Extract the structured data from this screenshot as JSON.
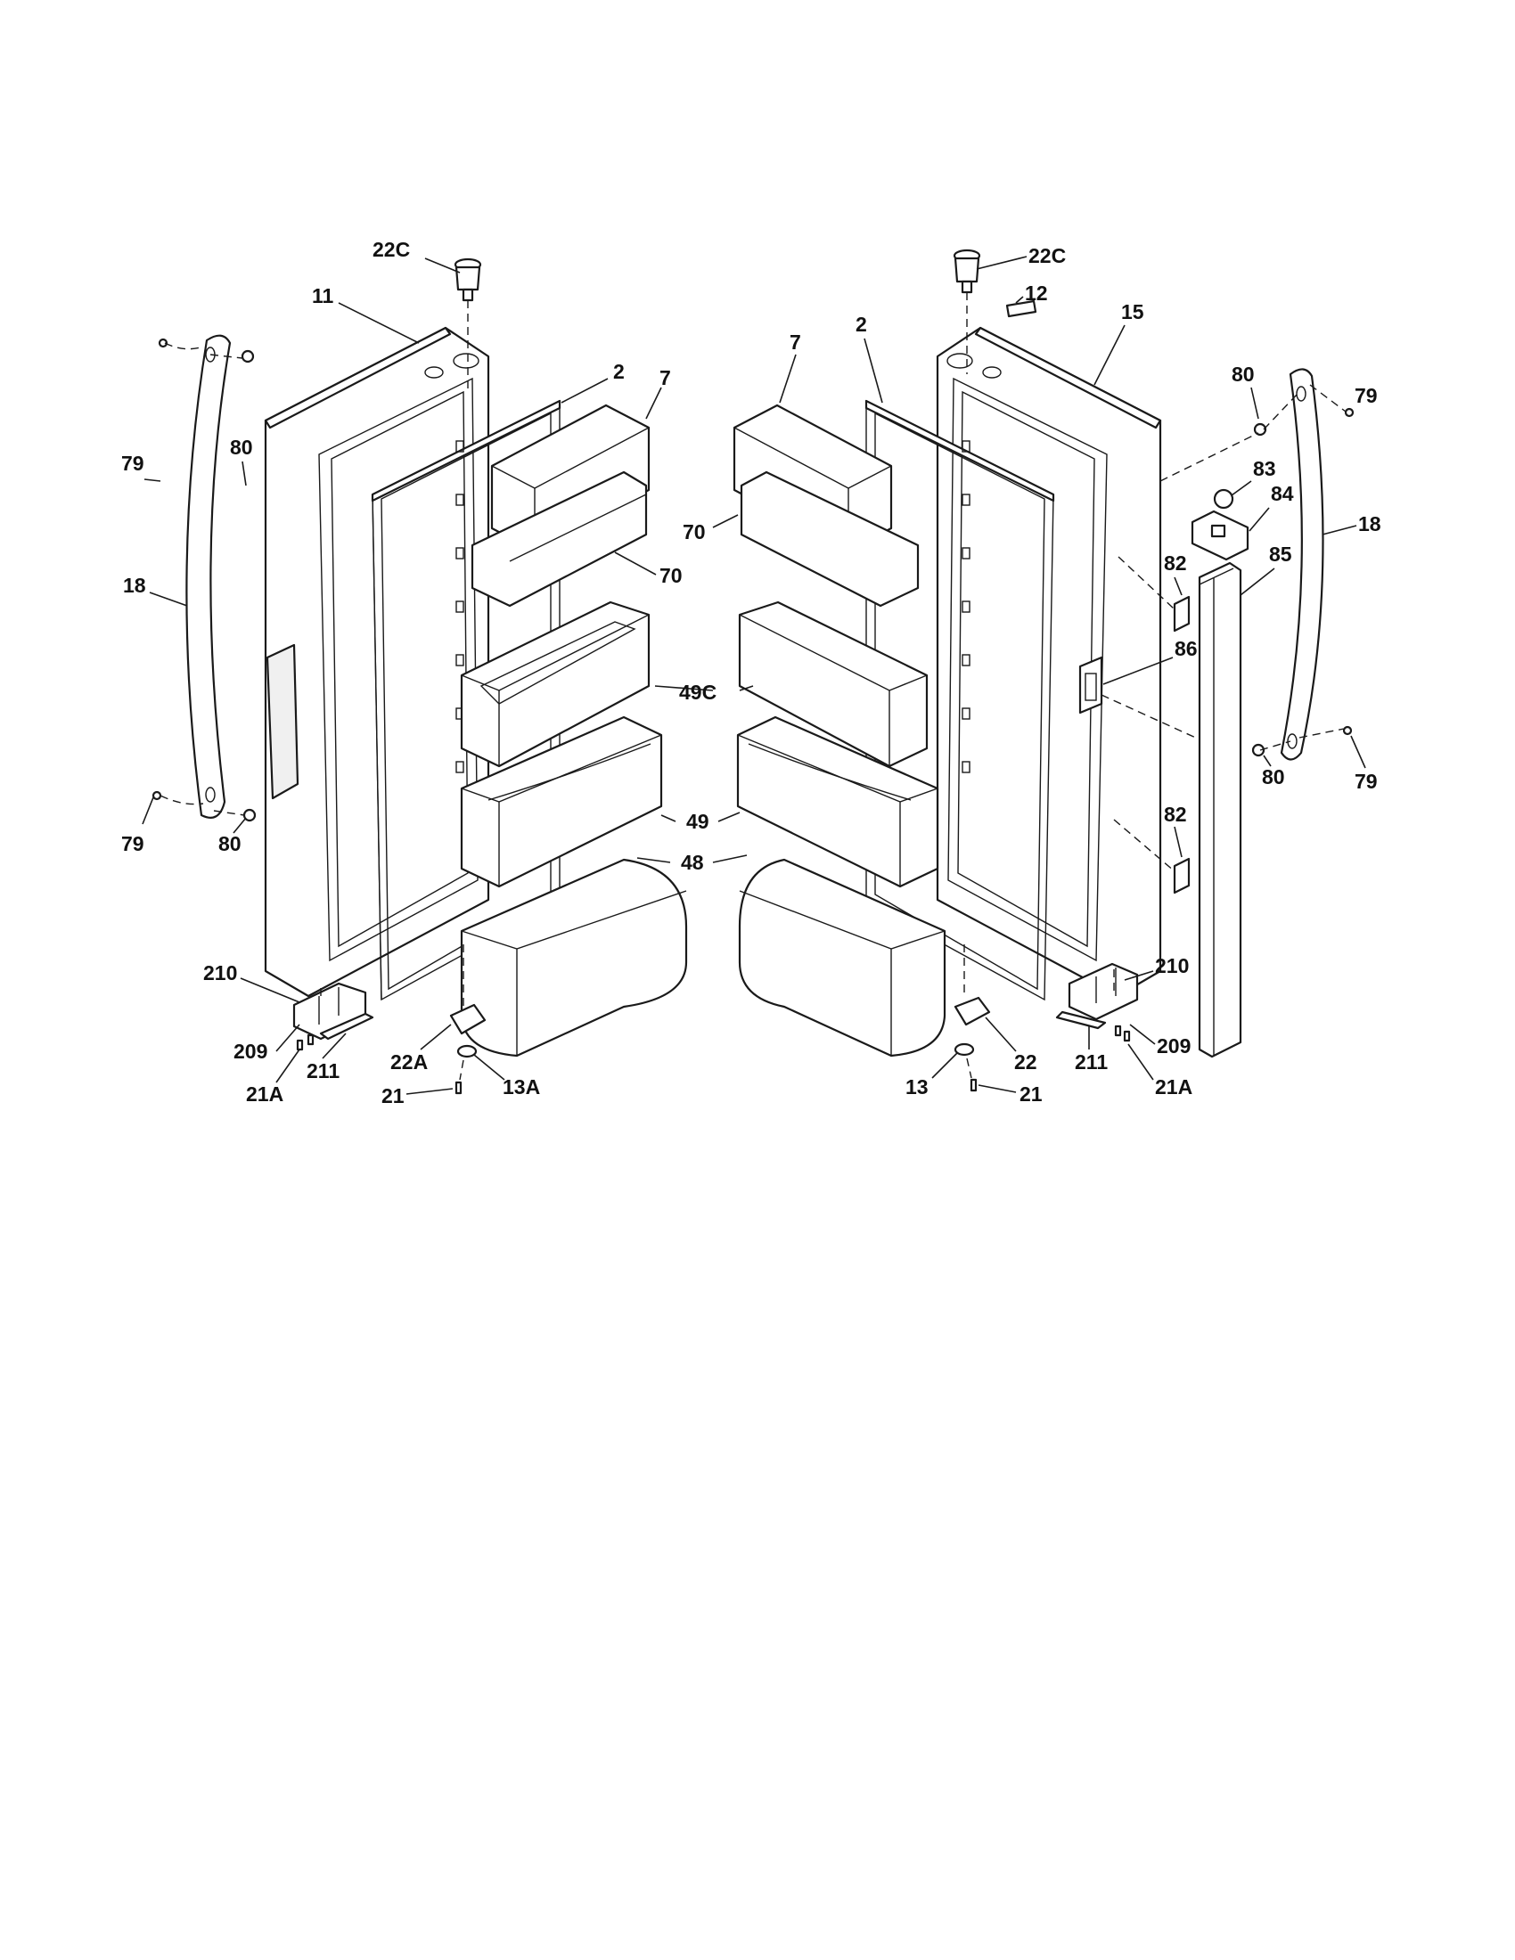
{
  "callouts": {
    "c_22c_l": "22C",
    "c_11": "11",
    "c_2_l": "2",
    "c_7_l": "7",
    "c_70_l": "70",
    "c_79_ltop": "79",
    "c_80_ltop": "80",
    "c_18_l": "18",
    "c_49c": "49C",
    "c_49": "49",
    "c_48": "48",
    "c_79_lbot": "79",
    "c_80_lbot": "80",
    "c_210_l": "210",
    "c_209_l": "209",
    "c_21a_l": "21A",
    "c_211_l": "211",
    "c_22a": "22A",
    "c_21_l": "21",
    "c_13a": "13A",
    "c_22c_r": "22C",
    "c_12": "12",
    "c_7_r": "7",
    "c_2_r": "2",
    "c_15": "15",
    "c_80_rtop": "80",
    "c_79_rtop": "79",
    "c_70_r": "70",
    "c_83": "83",
    "c_84": "84",
    "c_18_r": "18",
    "c_82_top": "82",
    "c_85": "85",
    "c_86": "86",
    "c_80_rbot": "80",
    "c_79_rbot": "79",
    "c_82_bot": "82",
    "c_210_r": "210",
    "c_209_r": "209",
    "c_21a_r": "21A",
    "c_211_r": "211",
    "c_22": "22",
    "c_13": "13",
    "c_21_r": "21"
  }
}
